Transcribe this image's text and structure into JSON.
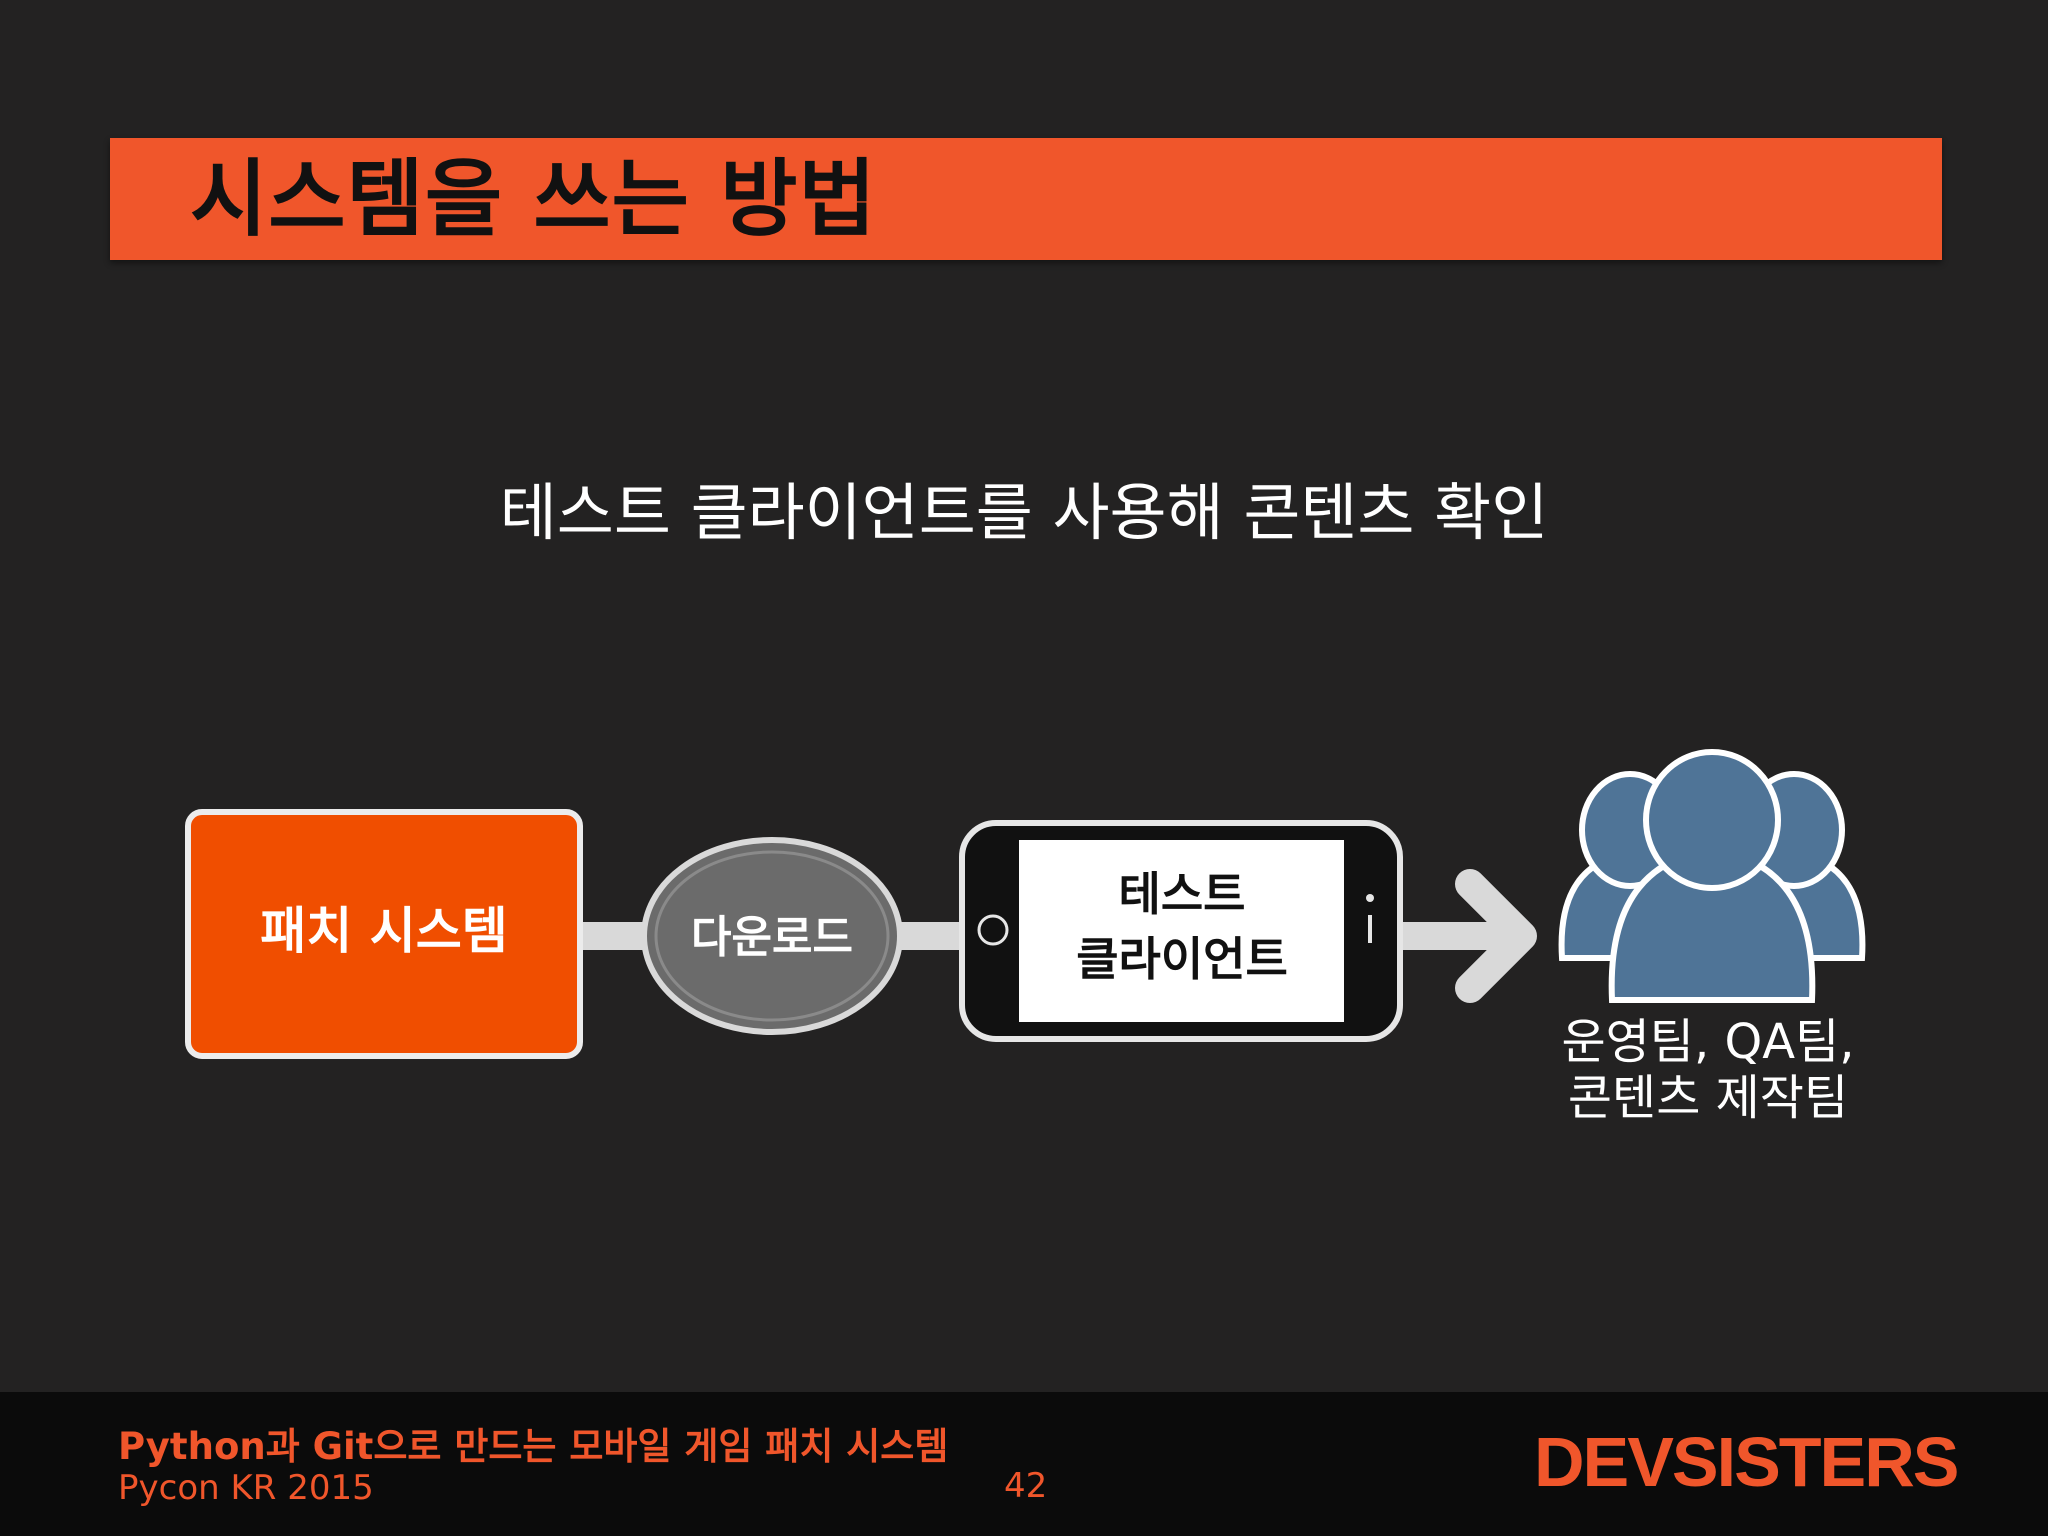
{
  "slide": {
    "title": "시스템을 쓰는 방법",
    "subtitle": "테스트 클라이언트를 사용해 콘텐츠 확인"
  },
  "diagram": {
    "patch_box_label": "패치 시스템",
    "download_label": "다운로드",
    "phone_label_line1": "테스트",
    "phone_label_line2": "클라이언트",
    "users_label_line1": "운영팀, QA팀,",
    "users_label_line2": "콘텐츠 제작팀",
    "colors": {
      "accent": "#f0562b",
      "patch_box": "#f04e00",
      "connector": "#d9d9d9",
      "ellipse": "#6b6b6b",
      "users": "#4f7497"
    }
  },
  "footer": {
    "title": "Python과 Git으로 만드는 모바일 게임 패치 시스템",
    "subtitle": "Pycon KR 2015",
    "page_number": "42",
    "brand": "DEVSISTERS"
  }
}
